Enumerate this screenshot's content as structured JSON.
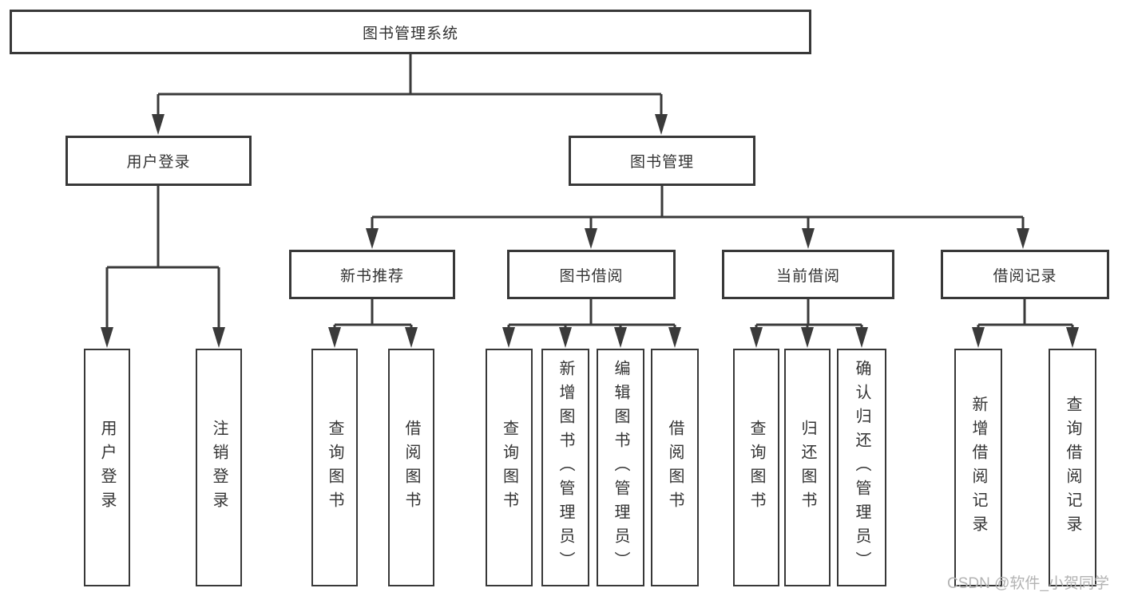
{
  "diagram": {
    "title": "图书管理系统",
    "level2": [
      {
        "label": "用户登录"
      },
      {
        "label": "图书管理"
      }
    ],
    "level3": [
      {
        "label": "新书推荐",
        "parent": "图书管理"
      },
      {
        "label": "图书借阅",
        "parent": "图书管理"
      },
      {
        "label": "当前借阅",
        "parent": "图书管理"
      },
      {
        "label": "借阅记录",
        "parent": "图书管理"
      }
    ],
    "leaves": [
      {
        "label": "用户登录",
        "parent": "用户登录"
      },
      {
        "label": "注销登录",
        "parent": "用户登录"
      },
      {
        "label": "查询图书",
        "parent": "新书推荐"
      },
      {
        "label": "借阅图书",
        "parent": "新书推荐"
      },
      {
        "label": "查询图书",
        "parent": "图书借阅"
      },
      {
        "label": "新增图书（管理员）",
        "parent": "图书借阅"
      },
      {
        "label": "编辑图书（管理员）",
        "parent": "图书借阅"
      },
      {
        "label": "借阅图书",
        "parent": "图书借阅"
      },
      {
        "label": "查询图书",
        "parent": "当前借阅"
      },
      {
        "label": "归还图书",
        "parent": "当前借阅"
      },
      {
        "label": "确认归还（管理员）",
        "parent": "当前借阅"
      },
      {
        "label": "新增借阅记录",
        "parent": "借阅记录"
      },
      {
        "label": "查询借阅记录",
        "parent": "借阅记录"
      }
    ]
  },
  "watermark": "CSDN @软件_小贺同学",
  "colors": {
    "line": "#3a3a3a",
    "box_border": "#383838",
    "text": "#333333",
    "watermark": "#b3b3b3",
    "background": "#ffffff"
  }
}
